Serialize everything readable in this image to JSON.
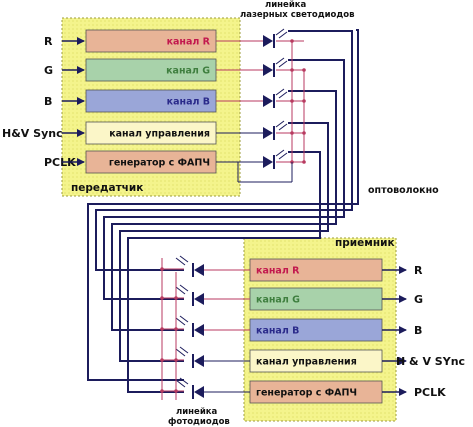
{
  "transmitter": {
    "title": "передатчик",
    "inputs": [
      "R",
      "G",
      "B",
      "H&V Sync",
      "PCLK"
    ],
    "blocks": [
      "канал R",
      "канал G",
      "канал B",
      "канал управления",
      "генератор с ФАПЧ"
    ]
  },
  "receiver": {
    "title": "приемник",
    "outputs": [
      "R",
      "G",
      "B",
      "H & V SYnc",
      "PCLK"
    ],
    "blocks": [
      "канал R",
      "канал G",
      "канал B",
      "канал управления",
      "генератор с ФАПЧ"
    ]
  },
  "labels": {
    "laser_line_1": "линейка",
    "laser_line_2": "лазерных светодиодов",
    "fiber": "оптоволокно",
    "photo_line_1": "линейка",
    "photo_line_2": "фотодиодов"
  },
  "colors": {
    "panel": "#f4f48c",
    "panel_border": "#9c9c3c",
    "channel_r": "#e8b497",
    "channel_g": "#a8d2aa",
    "channel_b": "#9aa6d8",
    "control": "#fbf6c8",
    "pll": "#e8b497",
    "text_r": "#c2184e",
    "text_g": "#3f7f3f",
    "text_b": "#2a2a8a",
    "wire": "#1c1c5c",
    "wire_red": "#b83a60"
  }
}
